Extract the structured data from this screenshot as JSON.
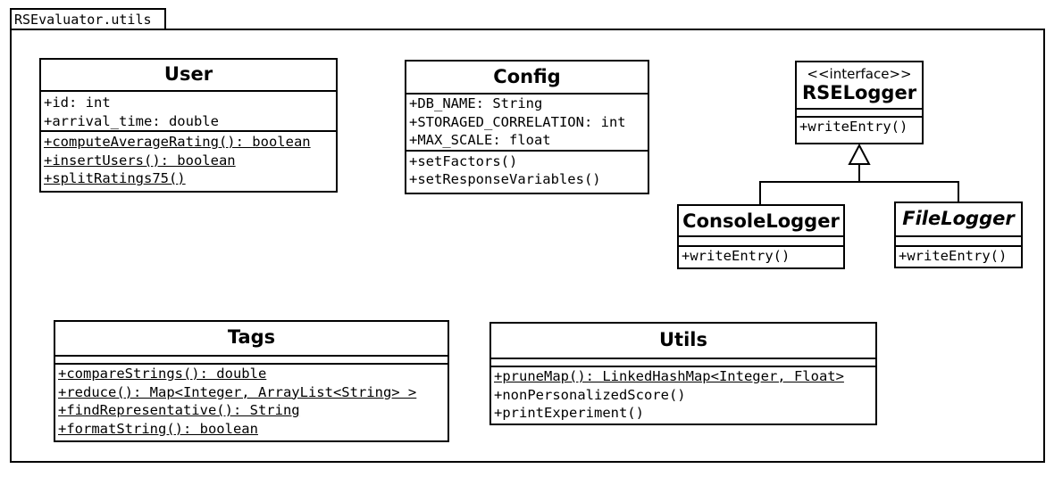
{
  "package": {
    "name": "RSEvaluator.utils"
  },
  "classes": {
    "user": {
      "name": "User",
      "attributes": [
        "+id: int",
        "+arrival_time: double"
      ],
      "operations": [
        "+computeAverageRating(): boolean",
        "+insertUsers(): boolean",
        "+splitRatings75()"
      ]
    },
    "config": {
      "name": "Config",
      "attributes": [
        "+DB_NAME: String",
        "+STORAGED_CORRELATION: int",
        "+MAX_SCALE: float"
      ],
      "operations": [
        "+setFactors()",
        "+setResponseVariables()"
      ]
    },
    "rselogger": {
      "stereotype": "<<interface>>",
      "name": "RSELogger",
      "operations": [
        "+writeEntry()"
      ]
    },
    "consolelogger": {
      "name": "ConsoleLogger",
      "operations": [
        "+writeEntry()"
      ]
    },
    "filelogger": {
      "name": "FileLogger",
      "operations": [
        "+writeEntry()"
      ]
    },
    "tags": {
      "name": "Tags",
      "operations": [
        "+compareStrings(): double",
        "+reduce(): Map<Integer, ArrayList<String> >",
        "+findRepresentative(): String",
        "+formatString(): boolean"
      ]
    },
    "utils": {
      "name": "Utils",
      "operations": [
        "+pruneMap(): LinkedHashMap<Integer, Float>",
        "+nonPersonalizedScore()",
        "+printExperiment()"
      ]
    }
  }
}
